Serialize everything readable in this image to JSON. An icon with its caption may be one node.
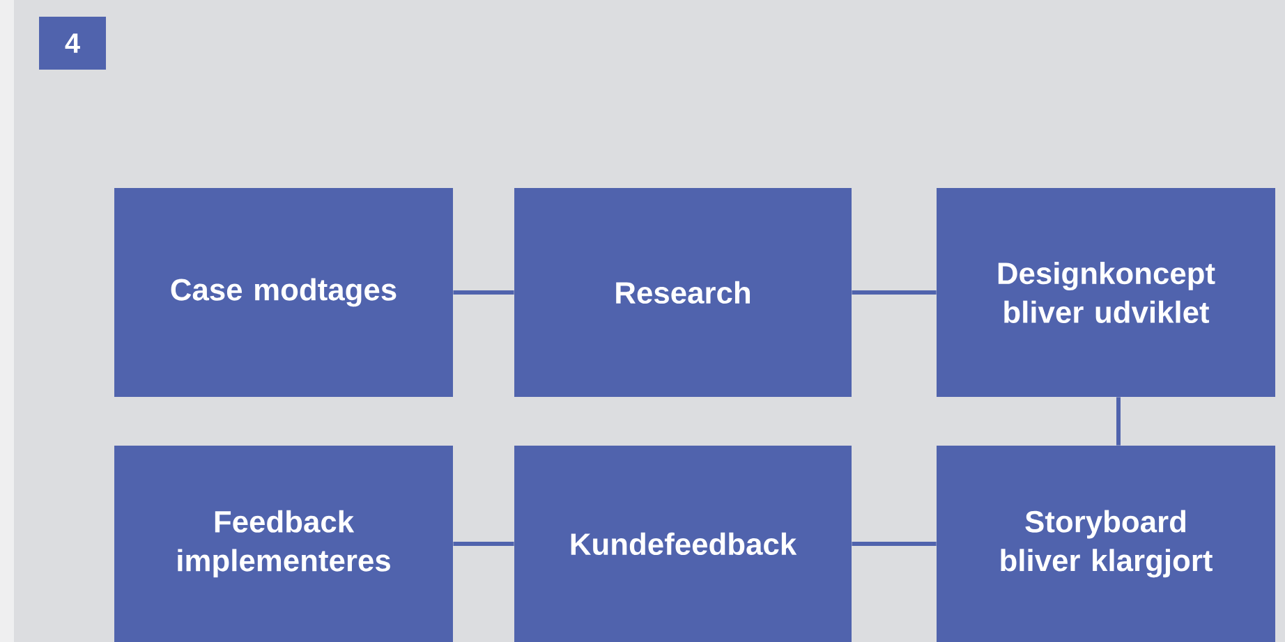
{
  "diagram": {
    "nodes": [
      {
        "text": [
          "4"
        ]
      },
      {
        "text": [
          "Case modtages"
        ]
      },
      {
        "text": [
          "Research"
        ]
      },
      {
        "text": [
          "Designkoncept bliver udviklet"
        ]
      },
      {
        "text": [
          "Feedback implementeres"
        ]
      },
      {
        "text": [
          "Kundefeedback"
        ]
      },
      {
        "text": [
          "Storyboard bliver klargjort"
        ]
      }
    ],
    "edges": [
      {
        "from": 1,
        "to": 2,
        "arrow": "none"
      },
      {
        "from": 2,
        "to": 3,
        "arrow": "none"
      },
      {
        "from": 3,
        "to": 6,
        "arrow": "none"
      },
      {
        "from": 6,
        "to": 5,
        "arrow": "none"
      },
      {
        "from": 5,
        "to": 4,
        "arrow": "none"
      }
    ]
  }
}
